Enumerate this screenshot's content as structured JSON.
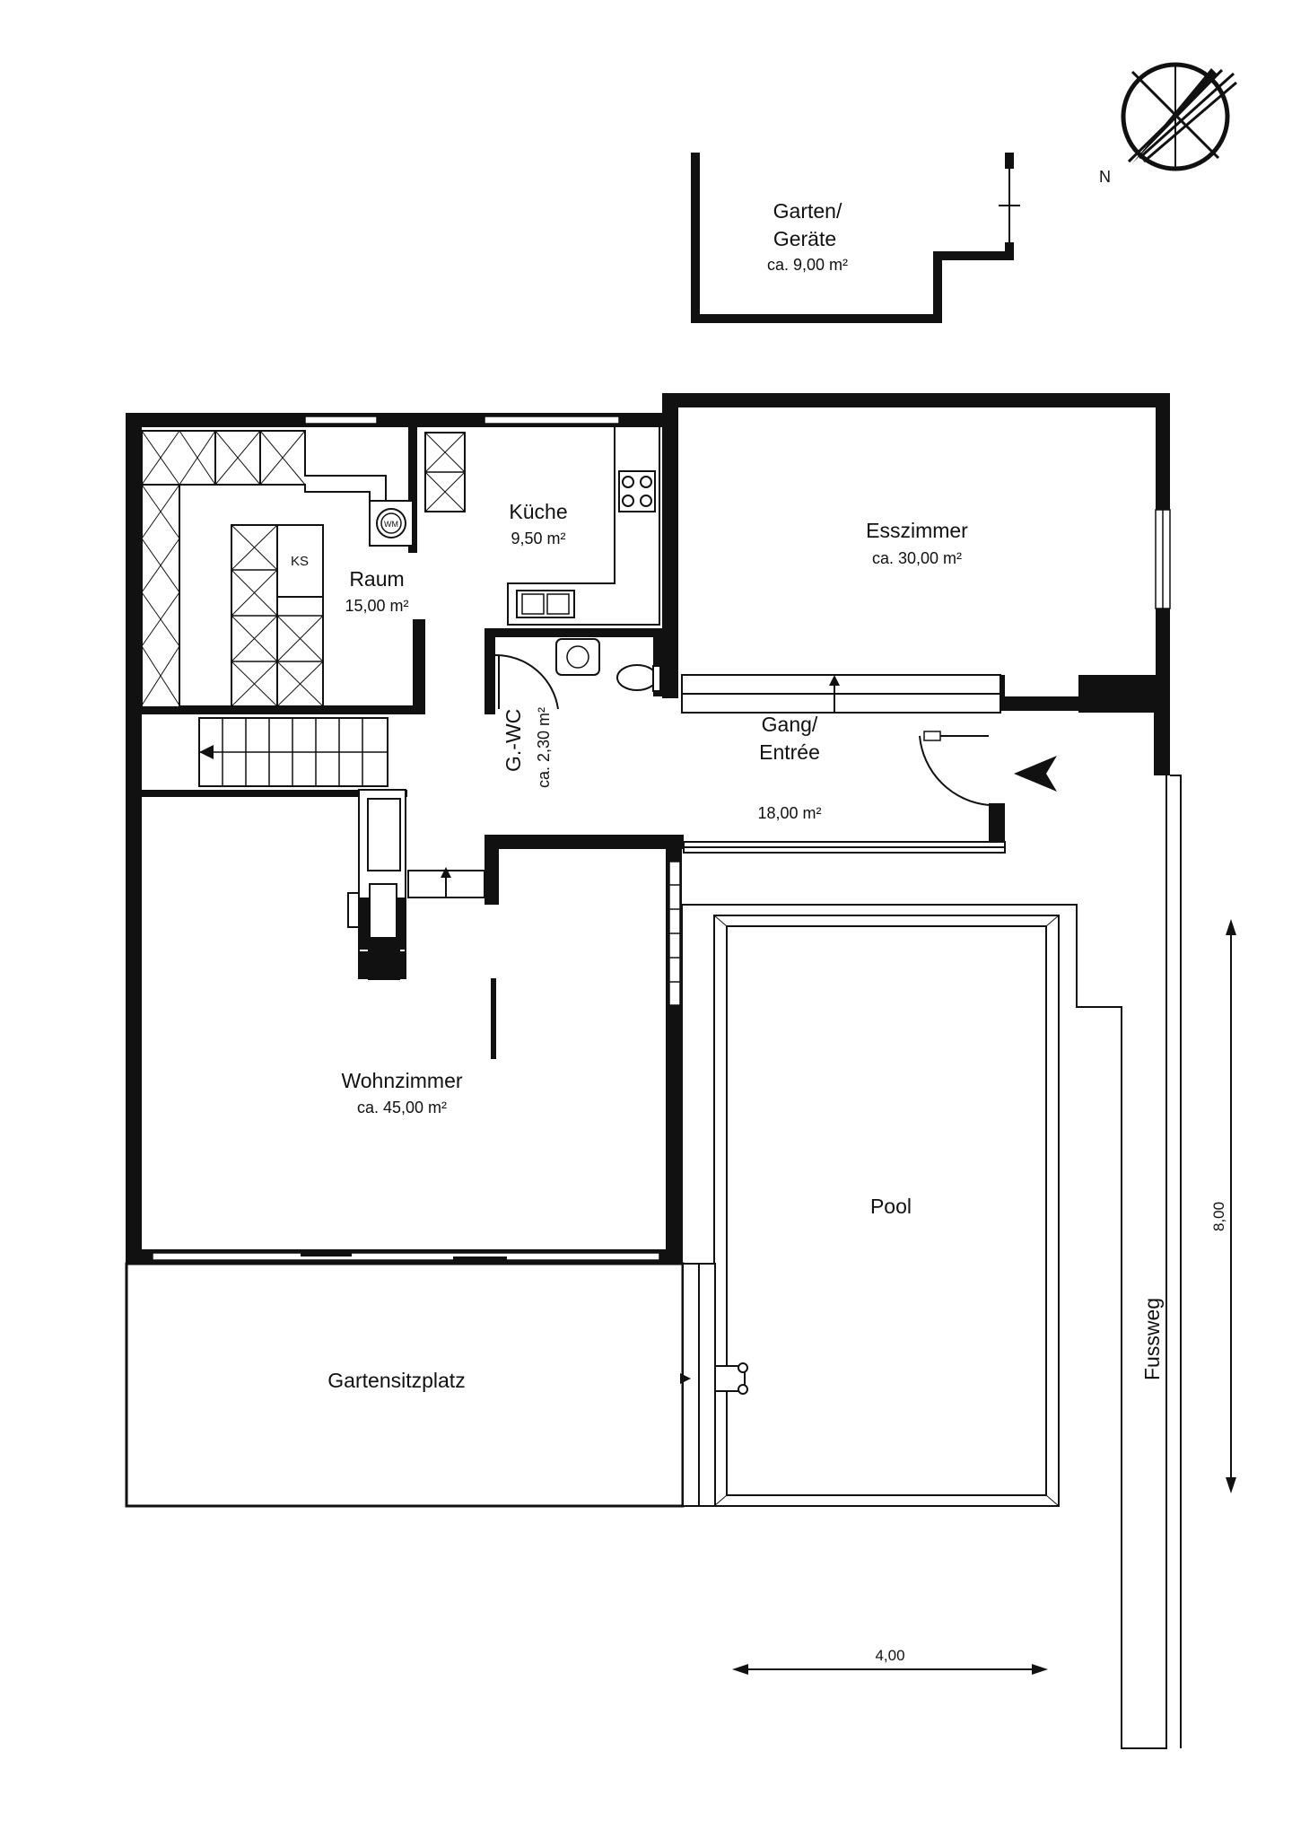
{
  "colors": {
    "ink": "#111111",
    "paper": "#ffffff"
  },
  "rooms": {
    "garden_shed": {
      "name_line1": "Garten/",
      "name_line2": "Geräte",
      "area": "ca. 9,00 m²"
    },
    "utility": {
      "name": "Raum",
      "area": "15,00 m²",
      "fridge": "KS",
      "washer": "WM"
    },
    "kitchen": {
      "name": "Küche",
      "area": "9,50 m²"
    },
    "wc": {
      "name": "G.-WC",
      "area": "ca. 2,30 m²"
    },
    "dining": {
      "name": "Esszimmer",
      "area": "ca. 30,00 m²"
    },
    "hall": {
      "name_line1": "Gang/",
      "name_line2": "Entrée",
      "area": "18,00 m²"
    },
    "living": {
      "name": "Wohnzimmer",
      "area": "ca. 45,00 m²"
    },
    "pool": {
      "name": "Pool"
    },
    "terrace": {
      "name": "Gartensitzplatz"
    },
    "footpath": {
      "name": "Fussweg"
    }
  },
  "dimensions": {
    "vertical": "8,00",
    "horizontal": "4,00"
  },
  "compass": {
    "north": "N",
    "icon": "compass-north-icon"
  }
}
